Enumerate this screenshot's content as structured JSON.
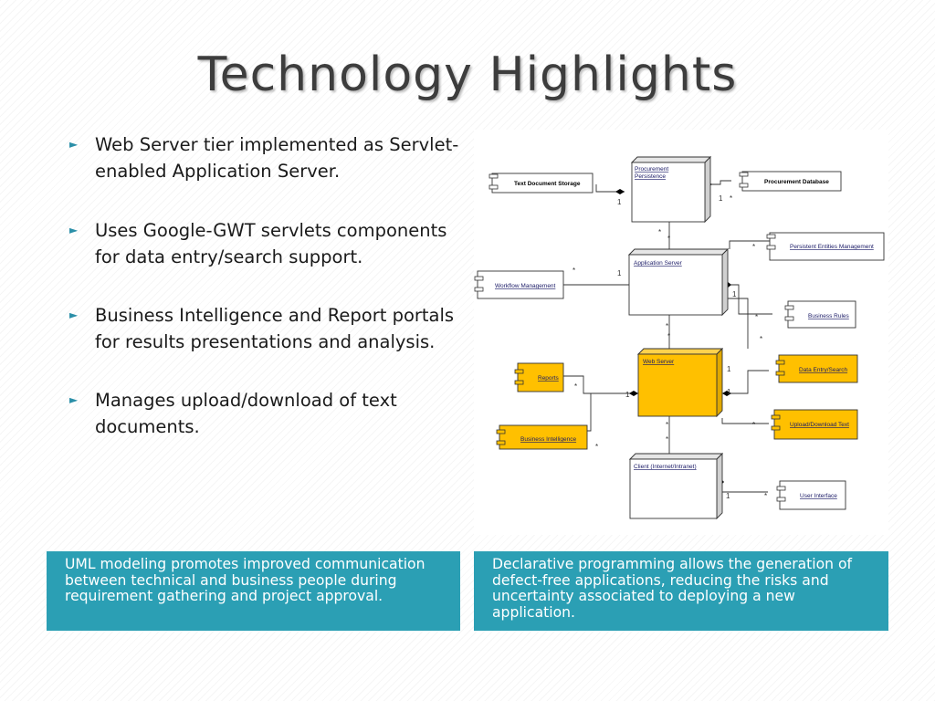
{
  "slide": {
    "title": "Technology Highlights"
  },
  "bullets": [
    "Web Server tier implemented as Servlet-enabled Application Server.",
    "Uses Google-GWT servlets components for data entry/search support.",
    "Business Intelligence and Report portals for results presentations and analysis.",
    "Manages upload/download of text documents."
  ],
  "diagram": {
    "nodes": {
      "procurement_persistence": "Procurement Persistence",
      "application_server": "Application Server",
      "web_server": "Web Server",
      "client": "Client (Internet/Intranet)"
    },
    "components": {
      "text_document_storage": "Text Document Storage",
      "procurement_database": "Procurement Database",
      "persistent_entities_management": "Persistent Entities Management",
      "workflow_management": "Workflow Management",
      "business_rules": "Business Rules",
      "reports": "Reports",
      "data_entry_search": "Data Entry/Search",
      "upload_download_text": "Upload/Download Text",
      "business_intelligence": "Business Intelligence",
      "user_interface": "User Interface"
    },
    "multiplicity_one": "1",
    "multiplicity_many": "*"
  },
  "footer_boxes": {
    "left": "UML modeling promotes improved communication between technical and business people during requirement gathering and project approval.",
    "right": "Declarative  programming allows the generation of defect-free applications, reducing the risks and uncertainty associated to deploying a new application."
  }
}
